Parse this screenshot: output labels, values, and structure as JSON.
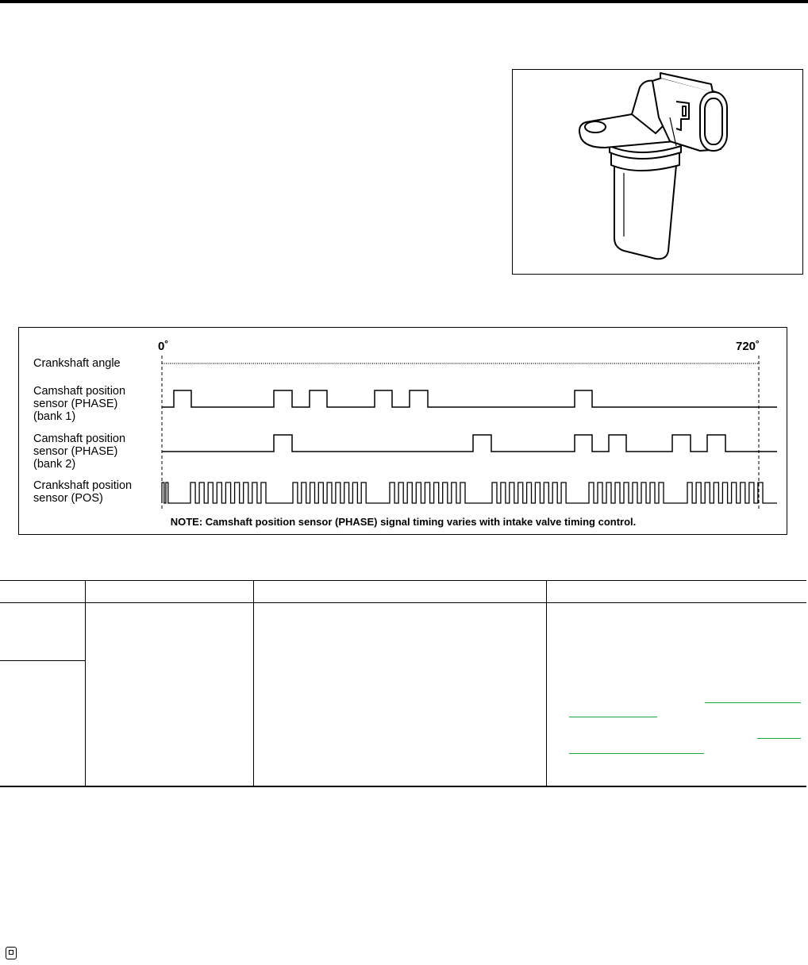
{
  "diagram": {
    "crank_angle_label": "Crankshaft angle",
    "start_angle": "0˚",
    "end_angle": "720˚",
    "cam_bank1_label": [
      "Camshaft position",
      "sensor (PHASE)",
      "(bank 1)"
    ],
    "cam_bank2_label": [
      "Camshaft position",
      "sensor (PHASE)",
      "(bank 2)"
    ],
    "crank_pos_label": [
      "Crankshaft position",
      "sensor (POS)"
    ],
    "note": "NOTE: Camshaft position sensor (PHASE) signal timing varies with intake valve timing control."
  },
  "table": {
    "headers": [
      "",
      "",
      "",
      ""
    ]
  }
}
